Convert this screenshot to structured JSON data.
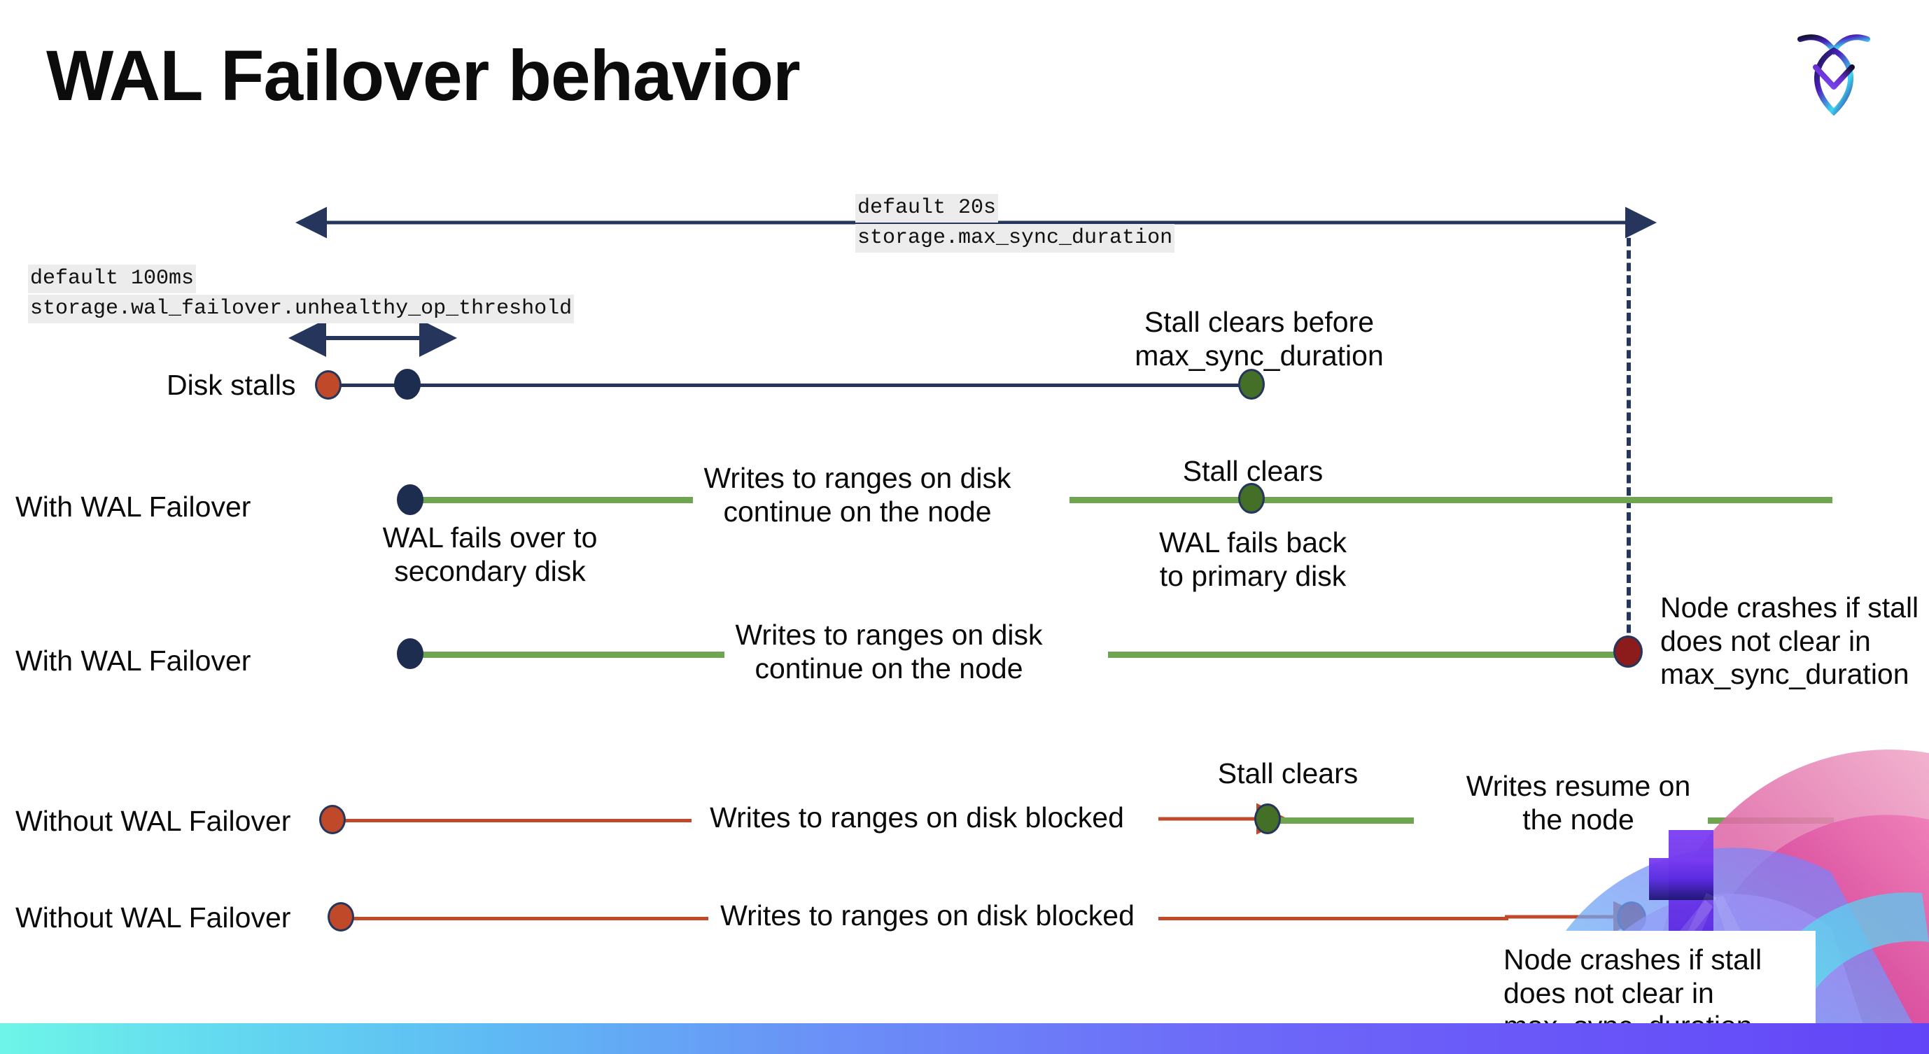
{
  "slide": {
    "title": "WAL Failover behavior",
    "logo_name": "cockroachdb-logo"
  },
  "settings": {
    "max_sync": {
      "default_label": "default 20s",
      "setting_name": "storage.max_sync_duration"
    },
    "unhealthy_op": {
      "default_label": "default 100ms",
      "setting_name": "storage.wal_failover.unhealthy_op_threshold"
    }
  },
  "rows": [
    {
      "label": "Disk stalls",
      "annotations": [
        "Stall clears before\nmax_sync_duration"
      ]
    },
    {
      "label": "With WAL Failover",
      "annotations": [
        "WAL fails over to\nsecondary disk",
        "Writes to ranges on disk\ncontinue on the node",
        "Stall clears",
        "WAL fails  back\nto primary disk"
      ]
    },
    {
      "label": "With WAL Failover",
      "annotations": [
        "Writes to ranges on disk\ncontinue on the node",
        "Node crashes if stall\ndoes not clear in\nmax_sync_duration"
      ]
    },
    {
      "label": "Without WAL Failover",
      "annotations": [
        "Writes to ranges on disk  blocked",
        "Stall clears",
        "Writes resume on\nthe node"
      ]
    },
    {
      "label": "Without WAL Failover",
      "annotations": [
        "Writes to ranges on disk  blocked",
        "Node crashes if stall\ndoes not clear in\nmax_sync_duration"
      ]
    }
  ],
  "colors": {
    "navy": "#26355c",
    "green": "#6fa551",
    "green_dot": "#437026",
    "red_line": "#c0492a",
    "red_dot": "#c0492a",
    "dark_red_dot": "#8c1b1b",
    "code_chip_bg": "#ececec",
    "title": "#0c0c0c"
  }
}
